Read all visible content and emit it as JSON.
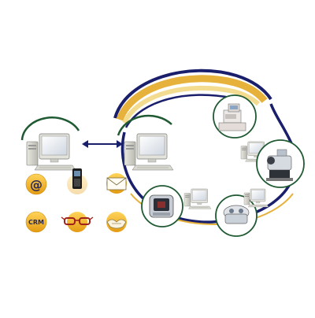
{
  "diagram": {
    "left_group": {
      "workstation": "computer-workstation",
      "link": "bidirectional-arrow",
      "channels": [
        {
          "icon": "email-at-icon",
          "text": "@"
        },
        {
          "icon": "mobile-phone-icon"
        },
        {
          "icon": "envelope-icon"
        },
        {
          "icon": "crm-icon",
          "text": "CRM"
        },
        {
          "icon": "eyeglasses-icon"
        },
        {
          "icon": "handshake-icon"
        }
      ]
    },
    "network_cloud": {
      "hub": "computer-workstation",
      "devices": [
        "cash-register",
        "computer-workstation",
        "eye-examination-device",
        "handheld-scanner-device",
        "computer-workstation",
        "lens-meter-device",
        "computer-workstation"
      ]
    },
    "colors": {
      "navy_outline": "#1a1f6b",
      "gold_band": "#e6b23c",
      "pale_gold_band": "#f3dc8f",
      "green_ring": "#1f5a32",
      "badge_fill": "#f2b82a"
    }
  }
}
